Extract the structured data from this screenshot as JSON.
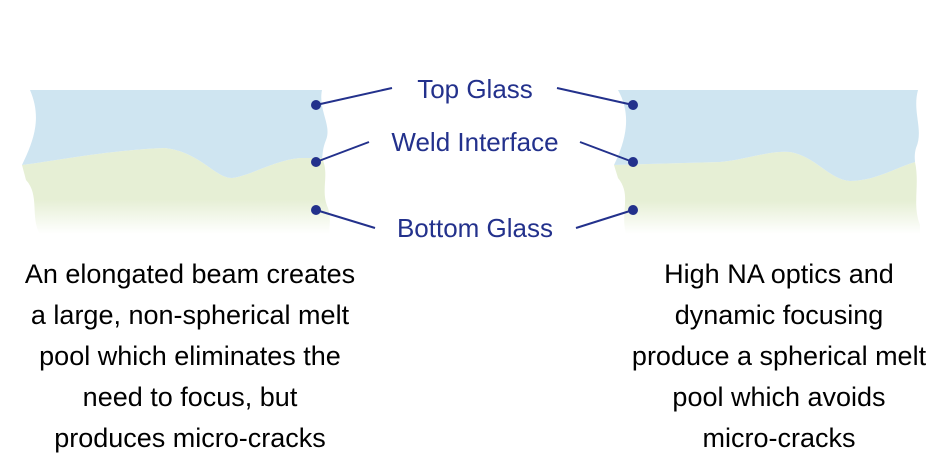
{
  "labels": {
    "top_glass": "Top Glass",
    "weld_interface": "Weld Interface",
    "bottom_glass": "Bottom Glass"
  },
  "captions": {
    "left": [
      "An elongated beam creates",
      "a large, non-spherical melt",
      "pool which eliminates the",
      "need to focus, but",
      "produces micro-cracks"
    ],
    "right": [
      "High NA optics and",
      "dynamic focusing",
      "produce a spherical melt",
      "pool which avoids",
      "micro-cracks"
    ]
  },
  "colors": {
    "top_glass": "#cfe5f1",
    "bottom_glass": "#e6efd5",
    "marker": "#23318c",
    "label_text": "#23318c"
  }
}
